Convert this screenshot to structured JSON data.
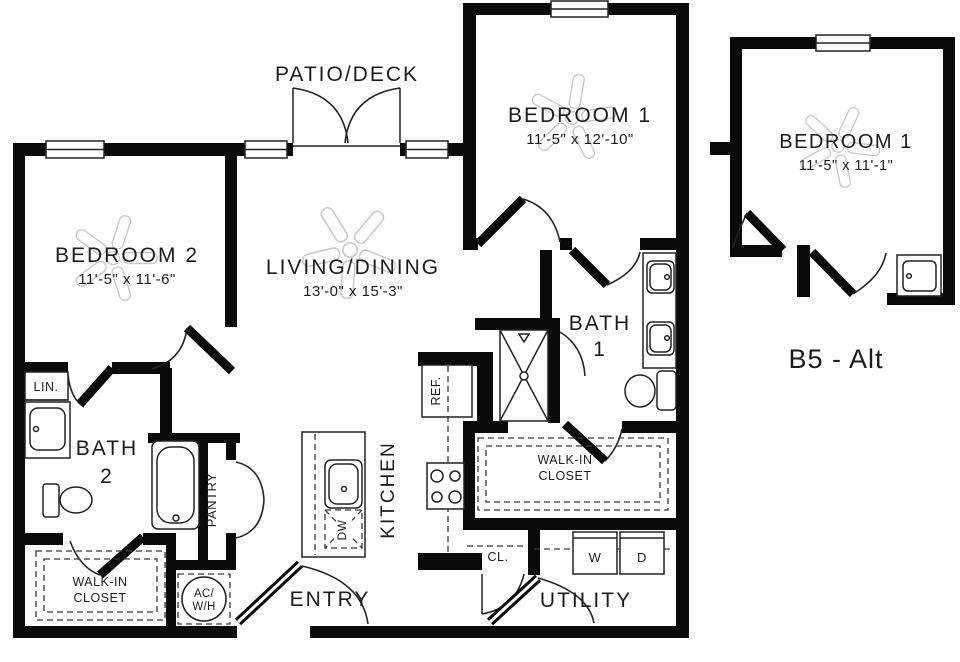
{
  "plan": {
    "patio_label": "PATIO/DECK",
    "rooms": {
      "bedroom2": {
        "name": "BEDROOM 2",
        "dims": "11'-5\" x 11'-6\""
      },
      "living": {
        "name": "LIVING/DINING",
        "dims": "13'-0\" x 15'-3\""
      },
      "bedroom1": {
        "name": "BEDROOM 1",
        "dims": "11'-5\" x 12'-10\""
      },
      "bath1": {
        "name": "BATH",
        "number": "1"
      },
      "bath2": {
        "name": "BATH",
        "number": "2"
      },
      "kitchen": "KITCHEN",
      "pantry": "PANTRY",
      "entry": "ENTRY",
      "utility": "UTILITY",
      "walkin1": {
        "line1": "WALK-IN",
        "line2": "CLOSET"
      },
      "walkin2": {
        "line1": "WALK-IN",
        "line2": "CLOSET"
      }
    },
    "fixtures": {
      "linen": "LIN.",
      "fridge": "REF.",
      "dishwasher": "DW",
      "closet": "CL.",
      "washer": "W",
      "dryer": "D",
      "ac_line1": "AC/",
      "ac_line2": "W/H"
    },
    "alt": {
      "label": "B5 - Alt",
      "bedroom": {
        "name": "BEDROOM 1",
        "dims": "11'-5\" x 11'-1\""
      }
    },
    "colors": {
      "wall": "#0a0a0a",
      "line": "#222222",
      "dash": "#3a3a3a",
      "fan": "#c9c9c9",
      "text": "#1c1c1c",
      "bg": "#ffffff"
    }
  }
}
